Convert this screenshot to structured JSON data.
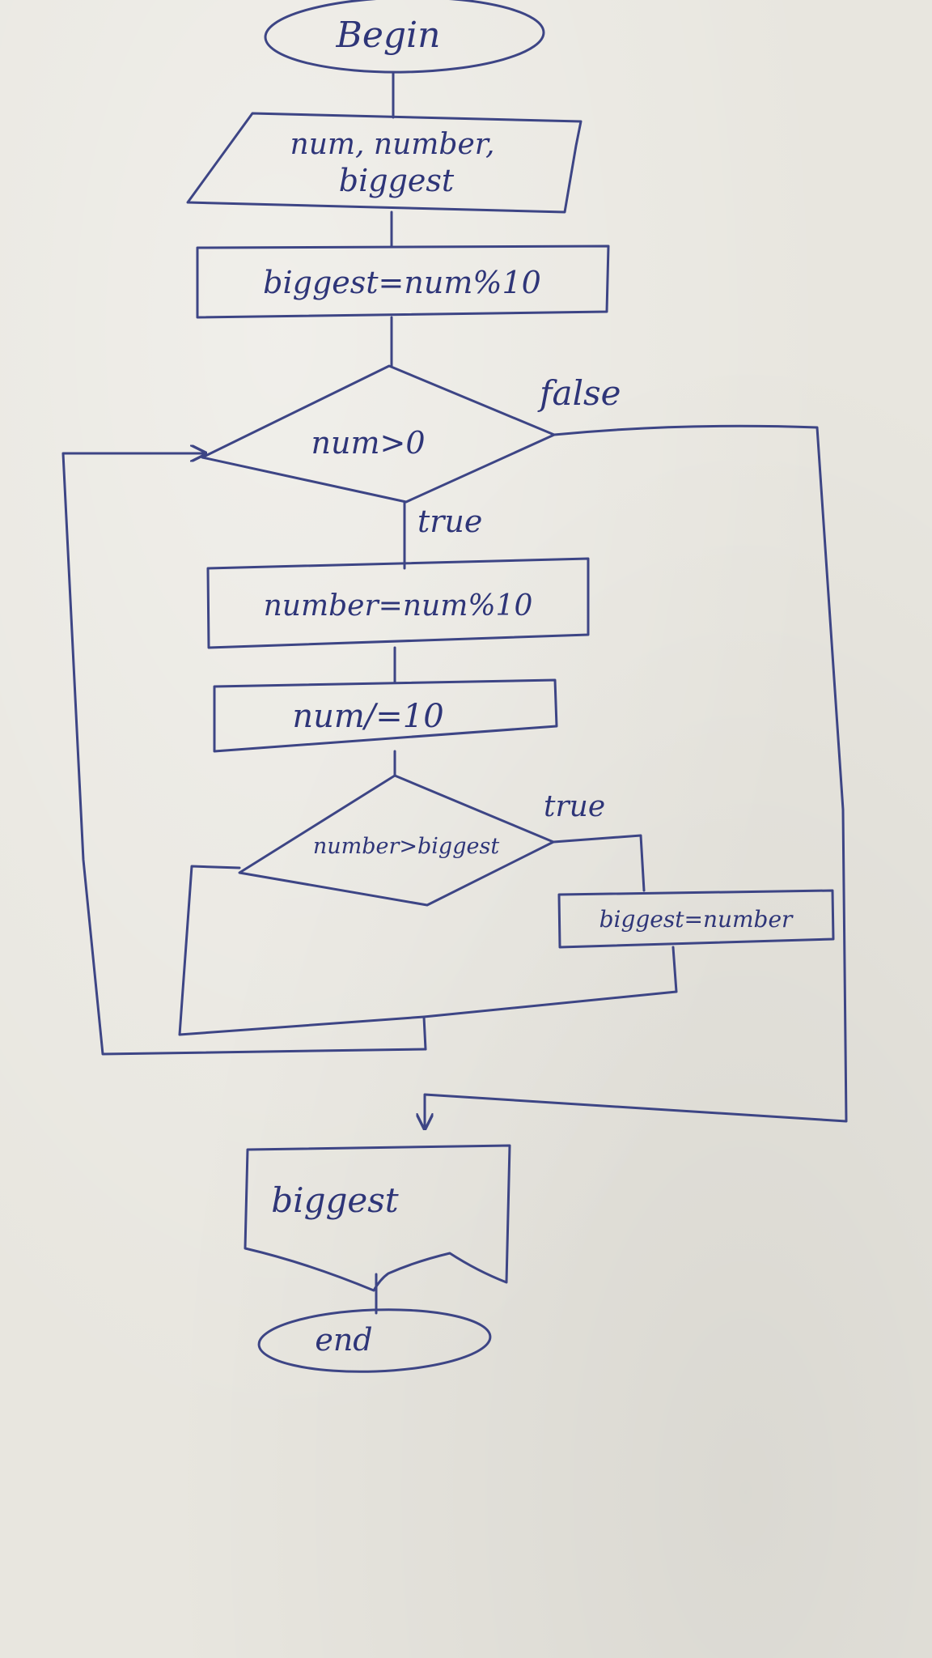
{
  "diagram": {
    "nodes": {
      "start": "Begin",
      "input": {
        "line1": "num, number,",
        "line2": "biggest"
      },
      "init": "biggest=num%10",
      "loop_condition": "num>0",
      "extract_digit": "number=num%10",
      "divide": "num/=10",
      "compare": "number>biggest",
      "assign": "biggest=number",
      "output": "biggest",
      "end": "end"
    },
    "edge_labels": {
      "loop_false": "false",
      "loop_true": "true",
      "compare_true": "true"
    }
  }
}
